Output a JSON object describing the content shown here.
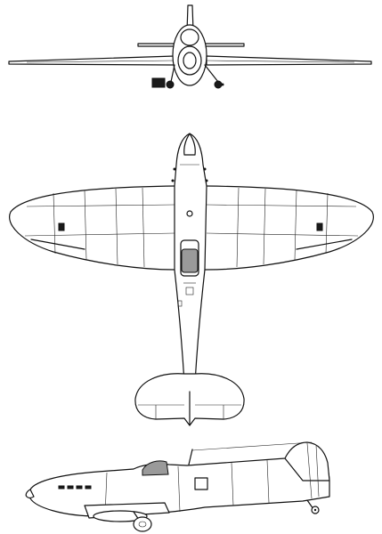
{
  "figure": {
    "type": "three-view line drawing",
    "views": [
      {
        "id": "front",
        "label": ""
      },
      {
        "id": "top",
        "label": ""
      },
      {
        "id": "side",
        "label": ""
      }
    ]
  },
  "colors": {
    "ink": "#111111",
    "background": "#ffffff",
    "canopy_glass": "#9a9a9a",
    "radiator": "#1a1a1a"
  }
}
